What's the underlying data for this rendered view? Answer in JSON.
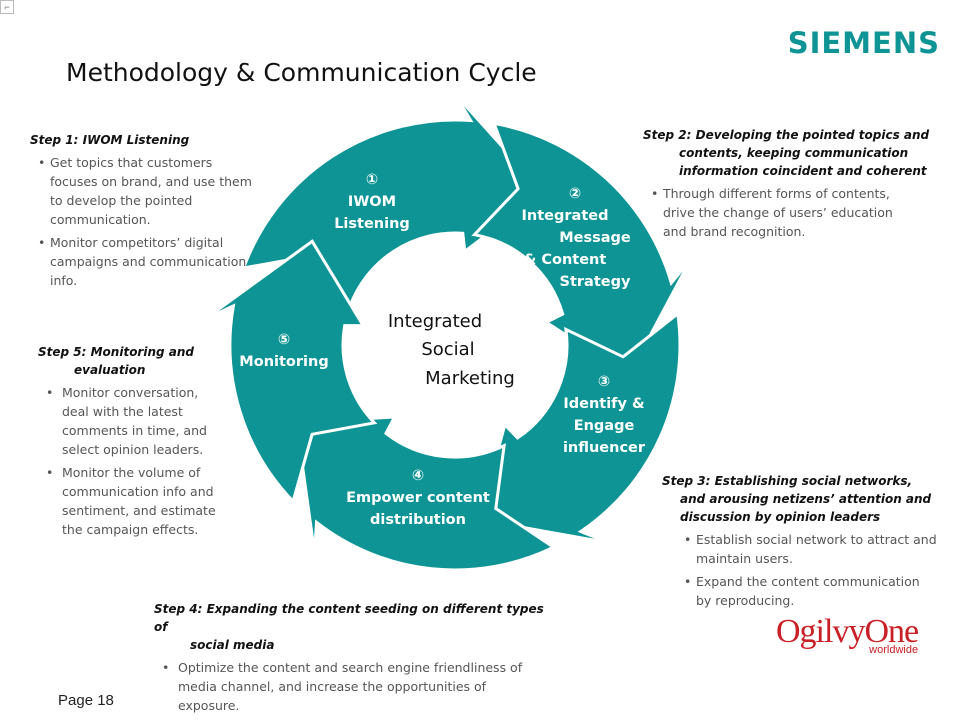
{
  "header": {
    "logo": "SIEMENS",
    "title": "Methodology & Communication Cycle"
  },
  "colors": {
    "teal": "#0f9496",
    "brand_red": "#c82026"
  },
  "diagram": {
    "center": [
      "Integrated",
      "Social",
      "Marketing"
    ],
    "segments": [
      {
        "number": "①",
        "lines": [
          "IWOM",
          "Listening"
        ]
      },
      {
        "number": "②",
        "lines": [
          "Integrated",
          "Message",
          "& Content",
          "Strategy"
        ]
      },
      {
        "number": "③",
        "lines": [
          "Identify &",
          "Engage",
          "influencer"
        ]
      },
      {
        "number": "④",
        "lines": [
          "Empower content",
          "distribution"
        ]
      },
      {
        "number": "⑤",
        "lines": [
          "Monitoring"
        ]
      }
    ]
  },
  "steps": {
    "step1": {
      "title": "Step 1: IWOM Listening",
      "bullets": [
        "Get  topics that customers focuses on brand, and use them to develop the pointed communication.",
        "Monitor competitors’ digital campaigns and communication info."
      ]
    },
    "step2": {
      "title": "Step 2: Developing the pointed topics and",
      "title_cont": [
        "contents, keeping communication",
        "information coincident and coherent"
      ],
      "bullets": [
        "Through different forms of contents, drive the change of users’ education and brand recognition."
      ]
    },
    "step3": {
      "title": "Step 3: Establishing social networks,",
      "title_cont": [
        "and arousing netizens’ attention and",
        "discussion by opinion leaders"
      ],
      "bullets": [
        "Establish social network to attract and maintain users.",
        "Expand the content communication by reproducing."
      ]
    },
    "step4": {
      "title": "Step 4: Expanding  the content seeding on different types of",
      "title_cont": [
        "social media"
      ],
      "bullets": [
        "Optimize the content and search engine friendliness of media channel, and increase the opportunities  of exposure."
      ]
    },
    "step5": {
      "title": "Step 5: Monitoring and",
      "title_cont": [
        "evaluation"
      ],
      "bullets": [
        "Monitor conversation, deal with the latest comments in time, and select opinion leaders.",
        "Monitor the volume of communication info and sentiment, and estimate the campaign effects."
      ]
    }
  },
  "footer": {
    "page": "Page 18",
    "brand_name": "OgilvyOne",
    "brand_sub": "worldwide"
  }
}
